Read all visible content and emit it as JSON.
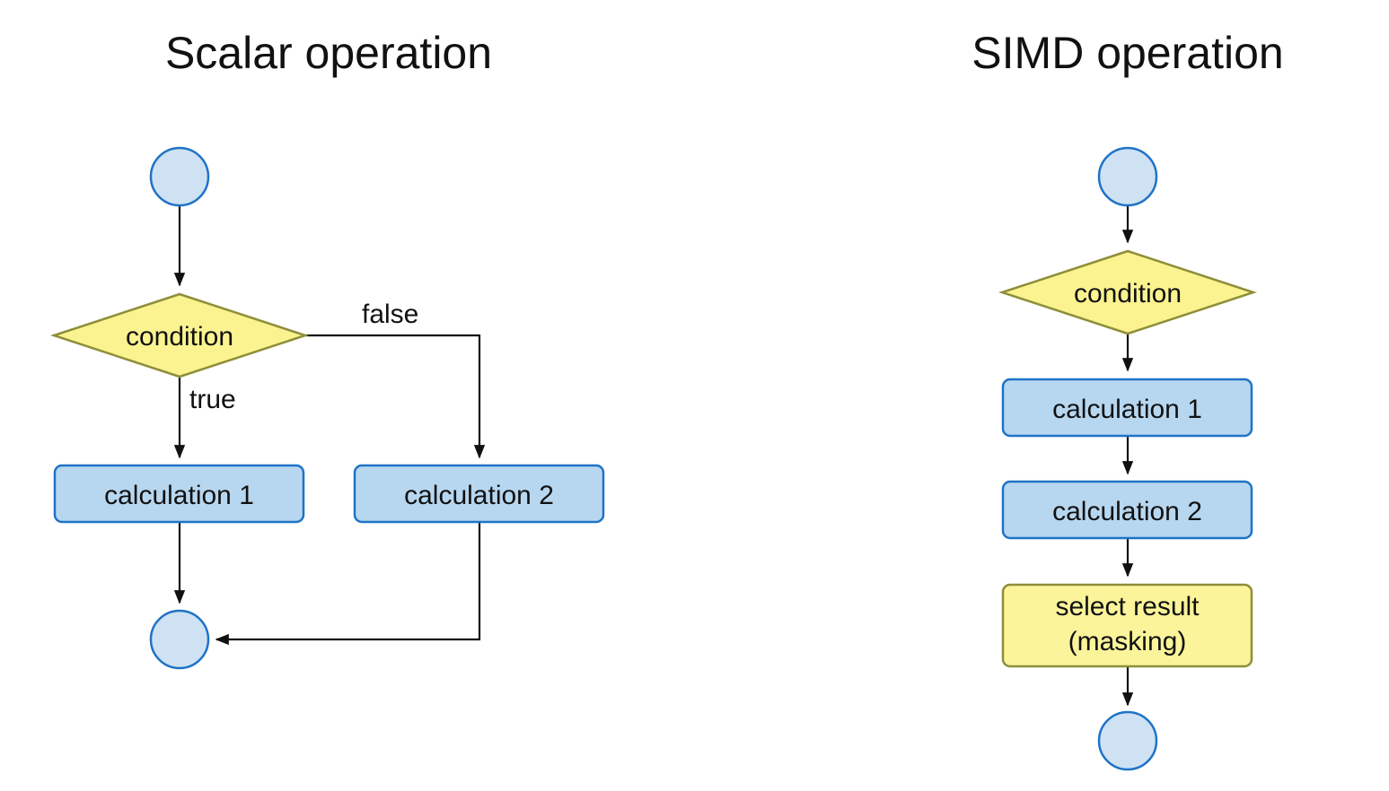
{
  "scalar": {
    "title": "Scalar operation",
    "condition": "condition",
    "true_label": "true",
    "false_label": "false",
    "calc1": "calculation 1",
    "calc2": "calculation 2"
  },
  "simd": {
    "title": "SIMD operation",
    "condition": "condition",
    "calc1": "calculation 1",
    "calc2": "calculation 2",
    "select_line1": "select result",
    "select_line2": "(masking)"
  },
  "colors": {
    "node_fill_blue": "#b7d7f0",
    "node_stroke_blue": "#1f73c6",
    "node_fill_yellow": "#fbf38f",
    "node_stroke_yellow": "#8e8e3a"
  }
}
